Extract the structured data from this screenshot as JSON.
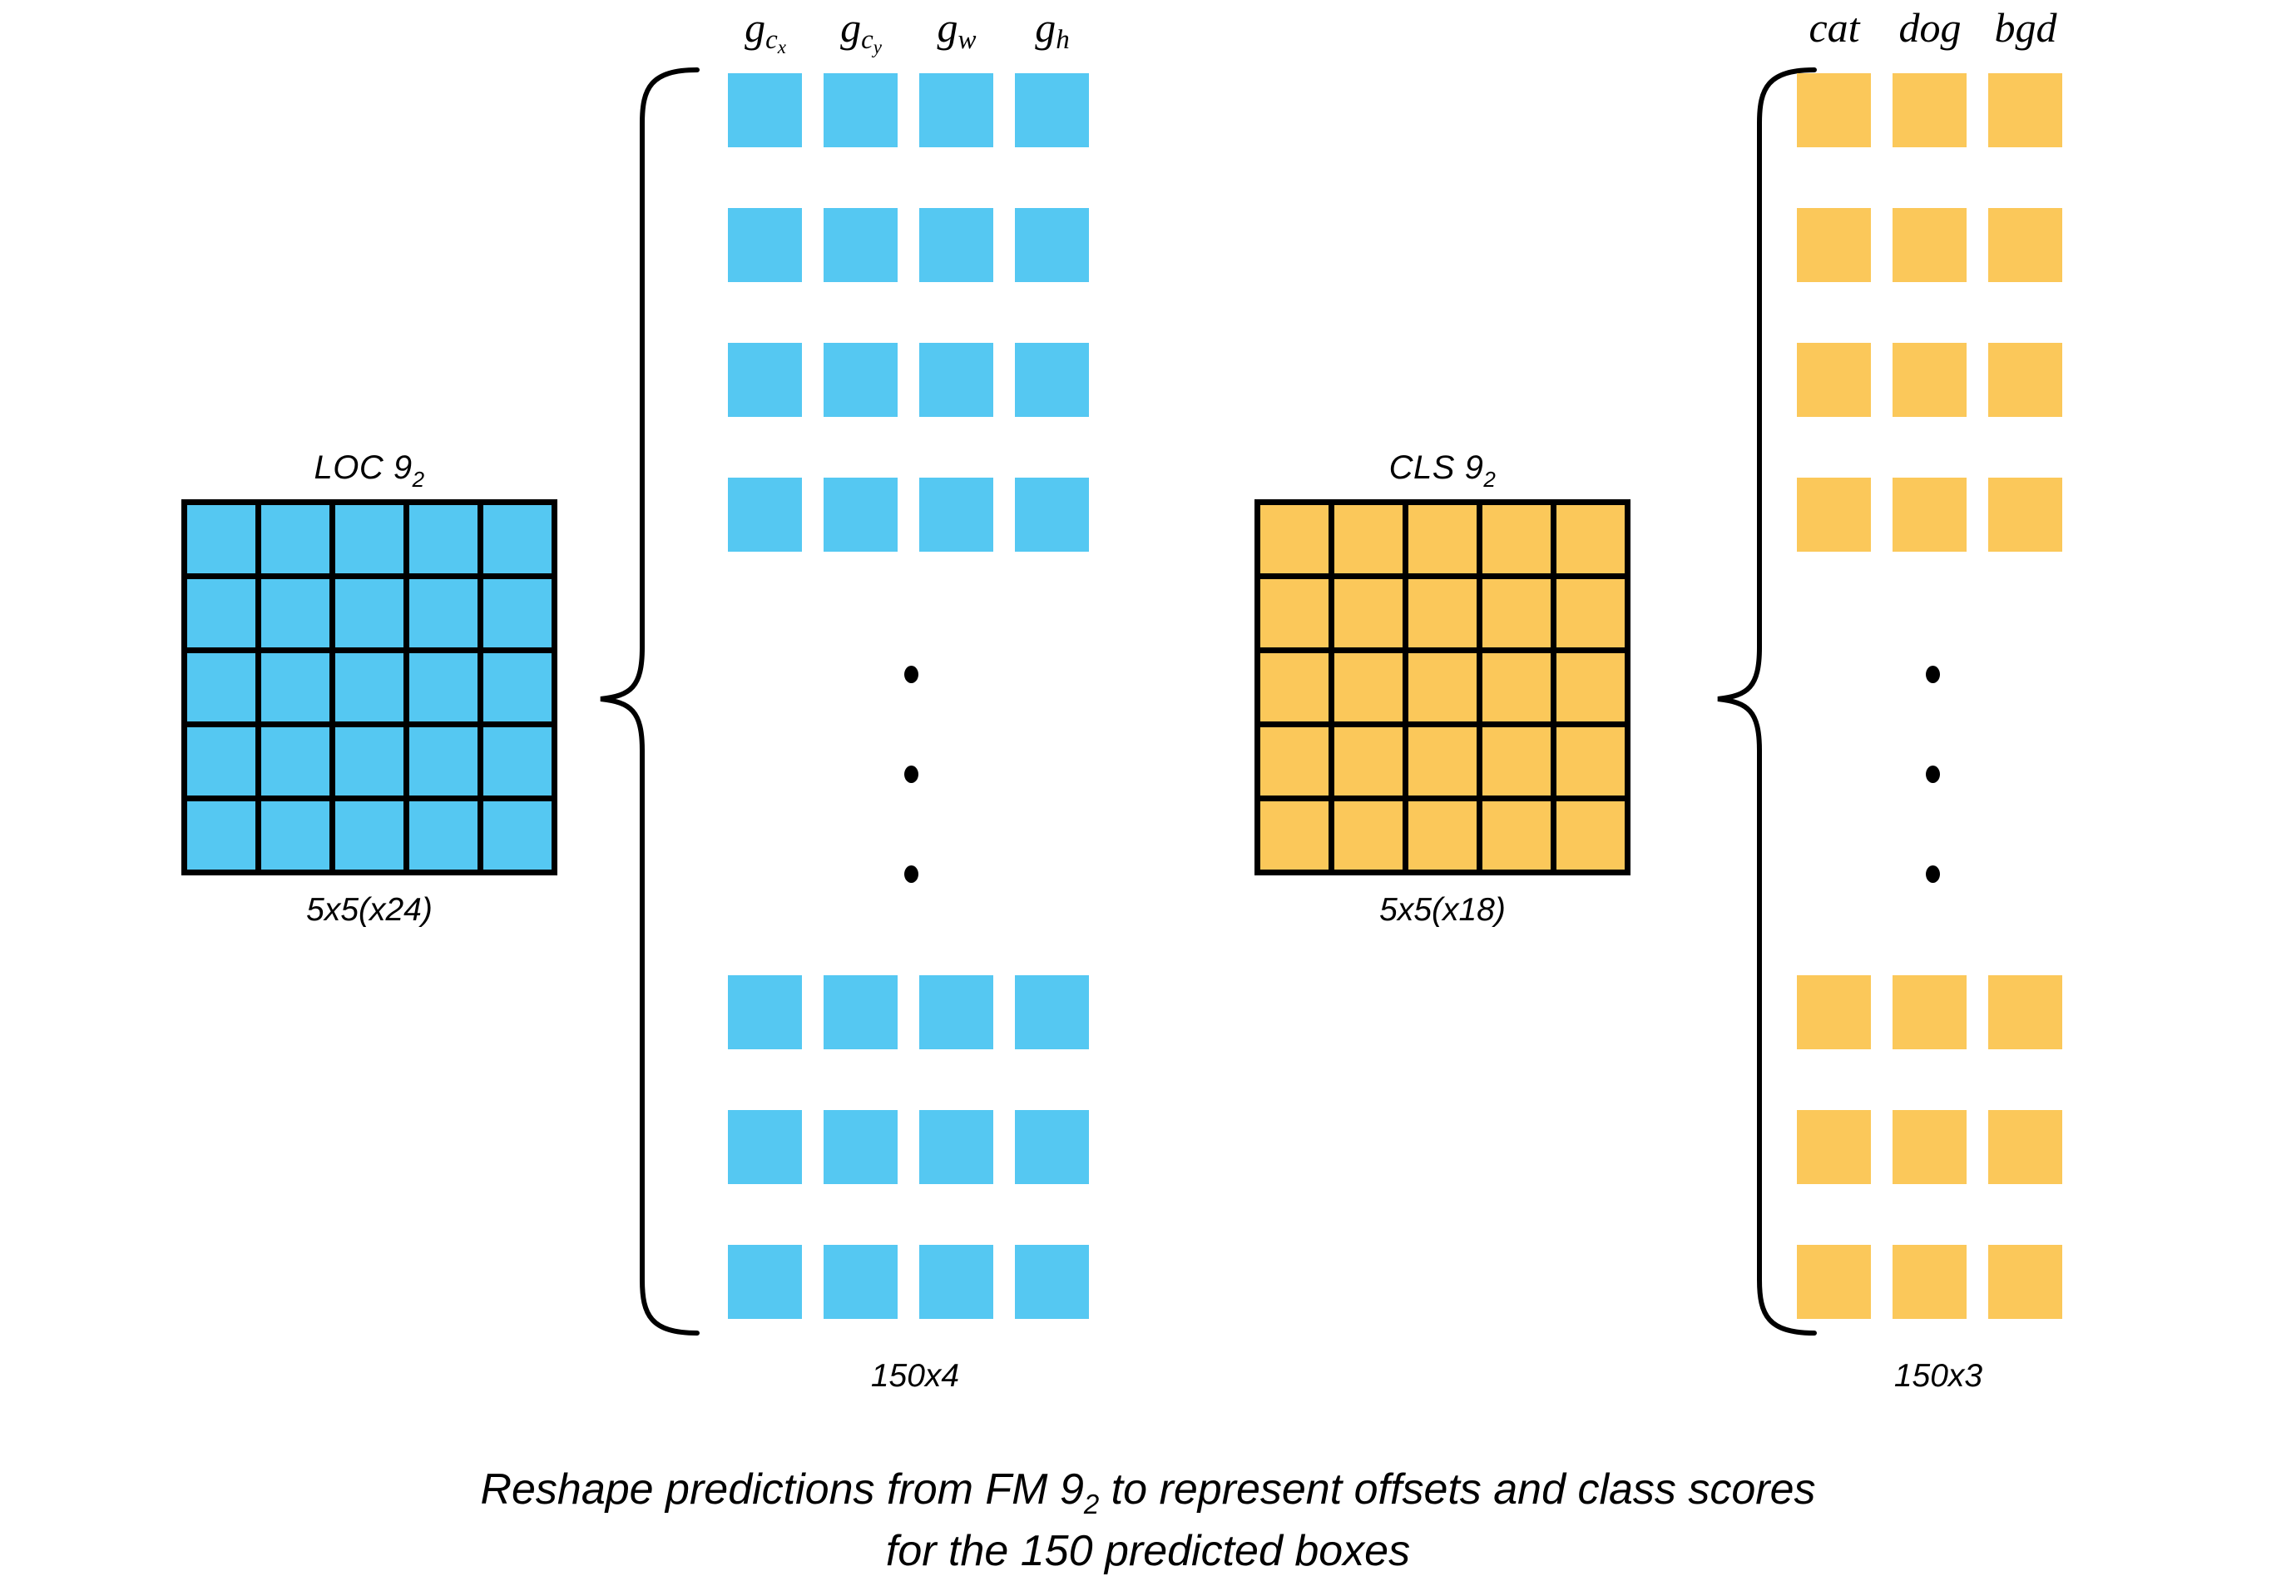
{
  "figure": {
    "caption_line1_a": "Reshape predictions from FM 9",
    "caption_line1_sub": "2",
    "caption_line1_b": " to represent offsets and class scores",
    "caption_line2": "for the 150 predicted boxes"
  },
  "colors": {
    "loc_blue": "#55C8F2",
    "cls_yellow": "#FBC85A",
    "stroke": "#000000",
    "background": "#ffffff"
  },
  "loc_branch": {
    "feature_map": {
      "title_text": "LOC 9",
      "title_sub": "2",
      "shape_label": "5x5(x24)",
      "rows": 5,
      "cols": 5,
      "cells": 25
    },
    "columns": [
      {
        "id": "g_cx",
        "base": "g",
        "sub": "c",
        "subsub": "x"
      },
      {
        "id": "g_cy",
        "base": "g",
        "sub": "c",
        "subsub": "y"
      },
      {
        "id": "g_w",
        "base": "g",
        "sub": "w",
        "subsub": ""
      },
      {
        "id": "g_h",
        "base": "g",
        "sub": "h",
        "subsub": ""
      }
    ],
    "stack_label": "150x4",
    "top_rows": 4,
    "bottom_rows": 3,
    "ellipsis_dots": 3
  },
  "cls_branch": {
    "feature_map": {
      "title_text": "CLS 9",
      "title_sub": "2",
      "shape_label": "5x5(x18)",
      "rows": 5,
      "cols": 5,
      "cells": 25
    },
    "columns": [
      {
        "id": "cat",
        "base": "cat",
        "sub": "",
        "subsub": ""
      },
      {
        "id": "dog",
        "base": "dog",
        "sub": "",
        "subsub": ""
      },
      {
        "id": "bgd",
        "base": "bgd",
        "sub": "",
        "subsub": ""
      }
    ],
    "stack_label": "150x3",
    "top_rows": 4,
    "bottom_rows": 3,
    "ellipsis_dots": 3
  }
}
